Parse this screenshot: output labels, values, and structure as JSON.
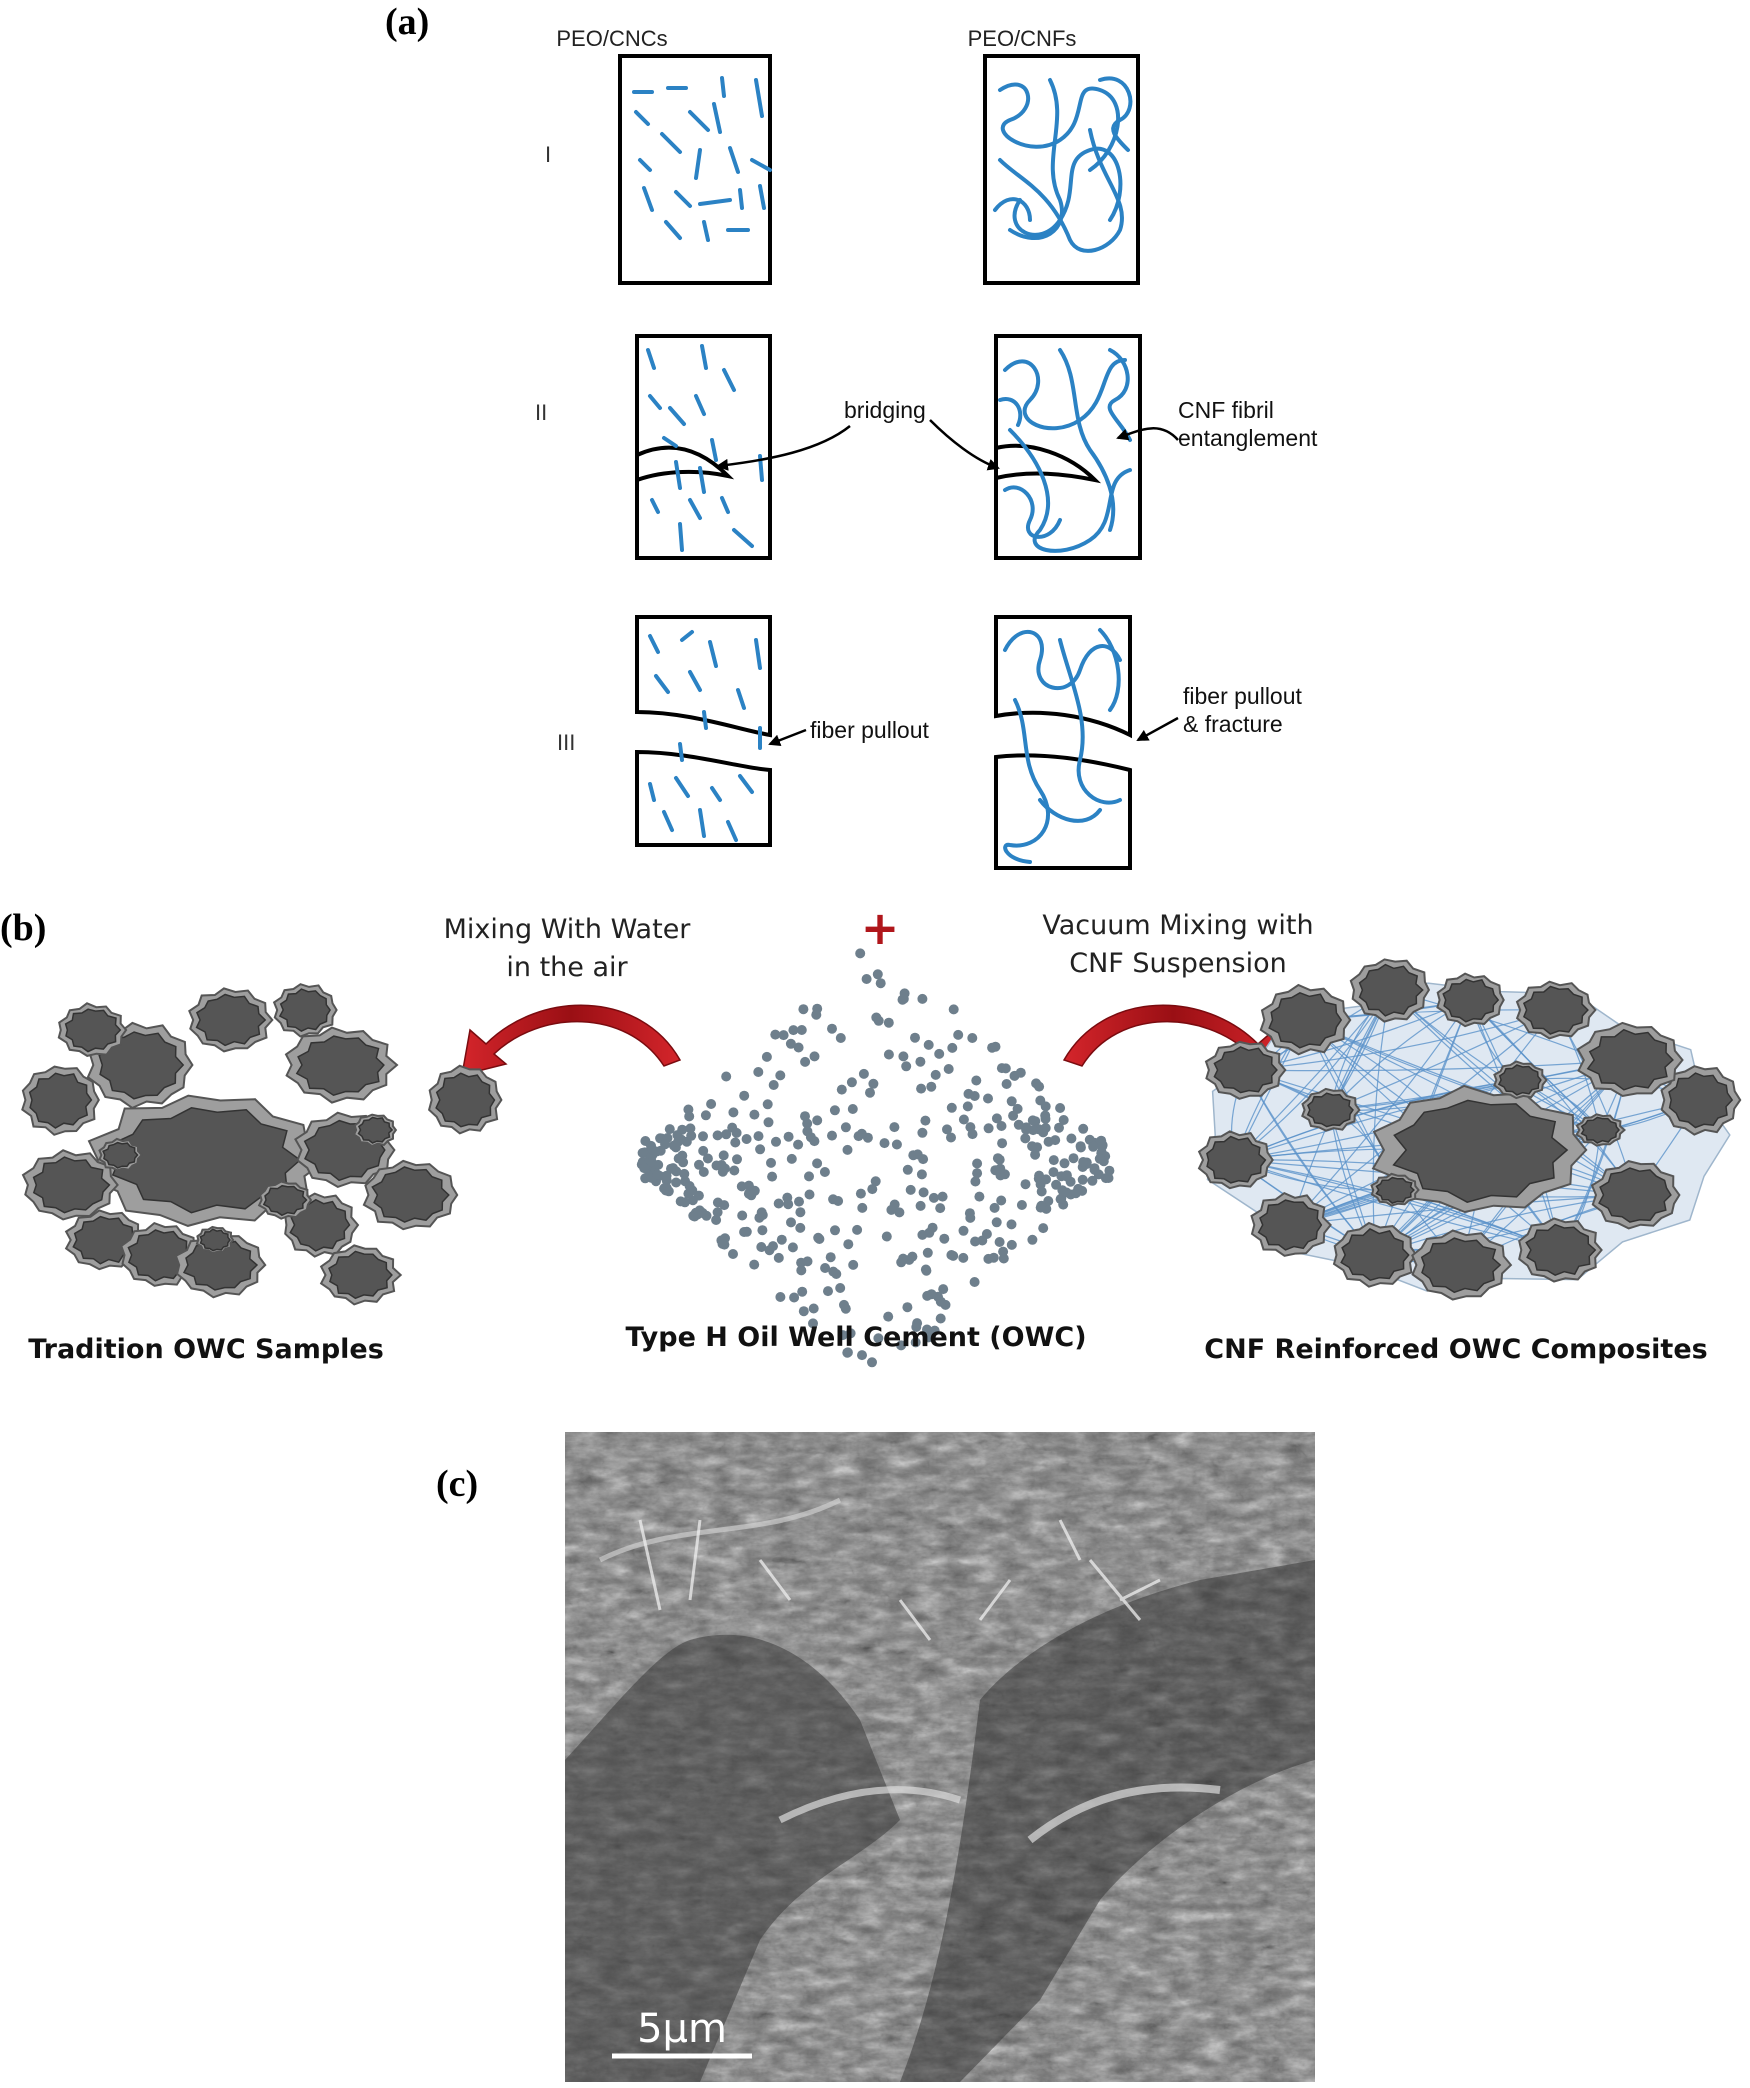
{
  "panels": {
    "a": {
      "label": "(a)",
      "col_left": "PEO/CNCs",
      "col_right": "PEO/CNFs",
      "rows": [
        "I",
        "II",
        "III"
      ],
      "annotations": {
        "bridging": "bridging",
        "cnf_line1": "CNF fibril",
        "cnf_line2": "entanglement",
        "pullout": "fiber pullout",
        "pullout_fracture_line1": "fiber pullout",
        "pullout_fracture_line2": "& fracture"
      }
    },
    "b": {
      "label": "(b)",
      "left_step_line1": "Mixing With Water",
      "left_step_line2": "in the air",
      "plus": "+",
      "right_step_line1": "Vacuum Mixing with",
      "right_step_line2": "CNF Suspension",
      "caption_left": "Tradition OWC Samples",
      "caption_center": "Type H Oil Well Cement (OWC)",
      "caption_right": "CNF Reinforced OWC Composites"
    },
    "c": {
      "label": "(c)",
      "scale_bar": "5μm"
    }
  },
  "colors": {
    "fiber": "#2b82c4",
    "arrow_red": "#b0161b",
    "grain_shell": "#9e9e9e",
    "grain_core": "#555555",
    "cement_dot": "#6e7f8c",
    "network": "#5b92c9"
  }
}
